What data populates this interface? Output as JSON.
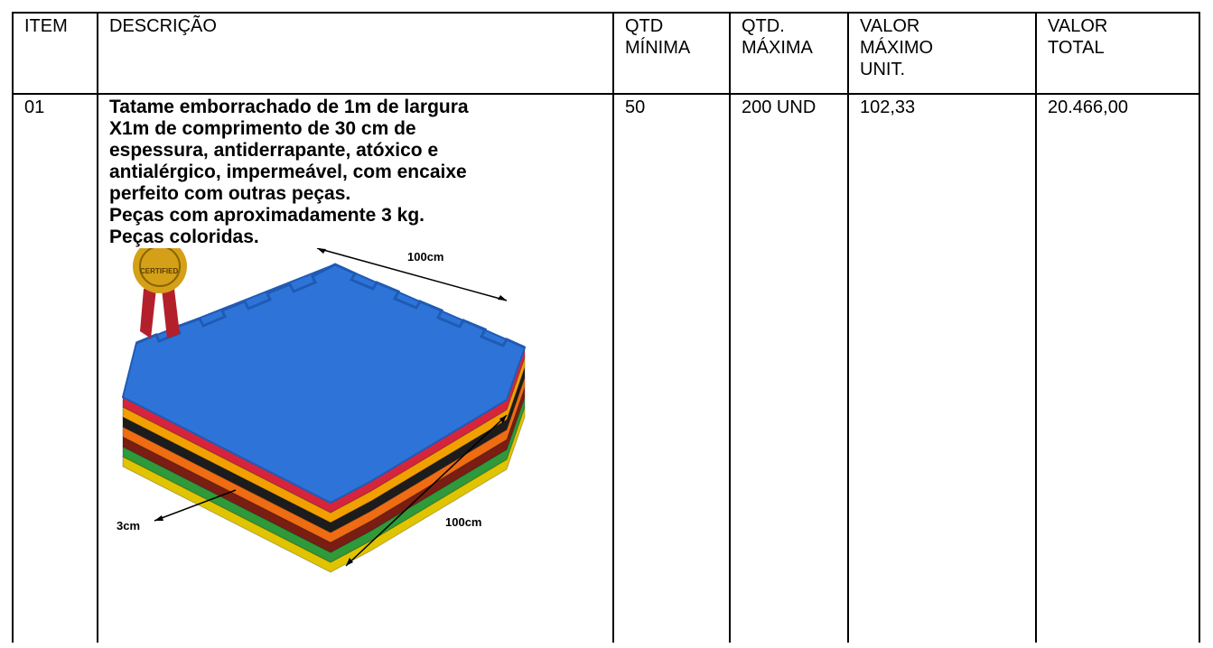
{
  "table": {
    "headers": {
      "item": "ITEM",
      "description": "DESCRIÇÃO",
      "qty_min": "QTD\nMÍNIMA",
      "qty_max": "QTD.\nMÁXIMA",
      "max_unit_value": "VALOR\nMÁXIMO\nUNIT.",
      "total_value": "VALOR\nTOTAL"
    },
    "rows": [
      {
        "item": "01",
        "description_lines": [
          "Tatame emborrachado de 1m de largura",
          "X1m de comprimento de 30 cm de",
          "espessura, antiderrapante, atóxico e",
          "antialérgico, impermeável, com encaixe",
          "perfeito com outras peças.",
          "Peças com aproximadamente 3 kg.",
          "Peças coloridas."
        ],
        "qty_min": "50",
        "qty_max": "200 UND",
        "max_unit_value": "102,33",
        "total_value": "20.466,00"
      }
    ]
  },
  "product_image": {
    "seal_text": "CERTIFIED",
    "dim_top": "100cm",
    "dim_right": "100cm",
    "dim_thickness": "3cm",
    "colors": {
      "top_surface": "#2e74d8",
      "top_edge": "#1f5bb5",
      "layers": [
        "#d6243c",
        "#f2a000",
        "#1c1c1c",
        "#ef6c12",
        "#7a1d12",
        "#2e9a3a",
        "#e0c400"
      ],
      "seal_gold": "#d4a017",
      "ribbon": "#b3202b"
    }
  }
}
